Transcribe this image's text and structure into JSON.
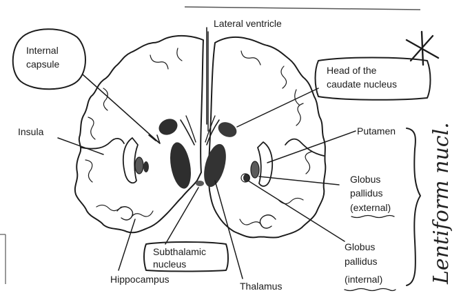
{
  "labels": {
    "lateral_ventricle": "Lateral ventricle",
    "internal_capsule_l1": "Internal",
    "internal_capsule_l2": "capsule",
    "head_caudate_l1": "Head of the",
    "head_caudate_l2": "caudate nucleus",
    "insula": "Insula",
    "putamen": "Putamen",
    "gp_ext_l1": "Globus",
    "gp_ext_l2": "pallidus",
    "gp_ext_l3": "(external)",
    "gp_int_l1": "Globus",
    "gp_int_l2": "pallidus",
    "gp_int_l3": "(internal)",
    "subthalamic_l1": "Subthalamic",
    "subthalamic_l2": "nucleus",
    "hippocampus": "Hippocampus",
    "thalamus": "Thalamus"
  },
  "handwriting": {
    "lentiform": "Lentiform nucl.",
    "asterisk": "*"
  },
  "colors": {
    "ink": "#1c1c1c",
    "tissue": "#f7f7f5",
    "nucleus_dark": "#2e2e2e",
    "nucleus_mid": "#5a5a5a"
  }
}
